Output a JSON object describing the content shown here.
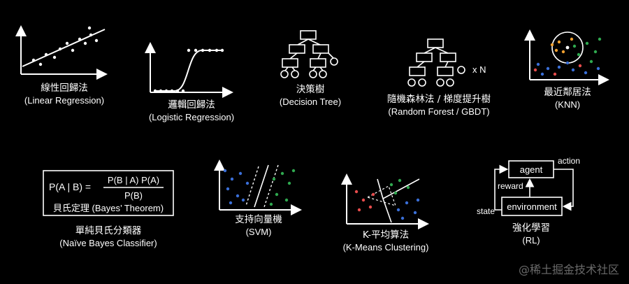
{
  "algorithms": [
    {
      "zh": "線性回歸法",
      "en": "(Linear Regression)"
    },
    {
      "zh": "邏輯回歸法",
      "en": "(Logistic Regression)"
    },
    {
      "zh": "決策樹",
      "en": "(Decision Tree)"
    },
    {
      "zh": "隨機森林法 / 梯度提升樹",
      "en": "(Random Forest / GBDT)"
    },
    {
      "zh": "最近鄰居法",
      "en": "(KNN)"
    },
    {
      "zh": "單純貝氏分類器",
      "en": "(Naïve Bayes Classifier)"
    },
    {
      "zh": "支持向量機",
      "en": "(SVM)"
    },
    {
      "zh": "K-平均算法",
      "en": "(K-Means Clustering)"
    },
    {
      "zh": "強化學習",
      "en": "(RL)"
    }
  ],
  "forest_multiplier": "x N",
  "bayes": {
    "lhs": "P(A | B) =",
    "numerator": "P(B | A) P(A)",
    "denominator": "P(B)",
    "caption": "貝氏定理 (Bayes’ Theorem)"
  },
  "rl": {
    "agent": "agent",
    "environment": "environment",
    "action": "action",
    "reward": "reward",
    "state": "state"
  },
  "watermark": "@稀土掘金技术社区",
  "colors": {
    "red": "#e74c4c",
    "blue": "#3a6fd8",
    "green": "#2fa84f",
    "orange": "#f0a030",
    "cyan": "#31b6c9"
  }
}
